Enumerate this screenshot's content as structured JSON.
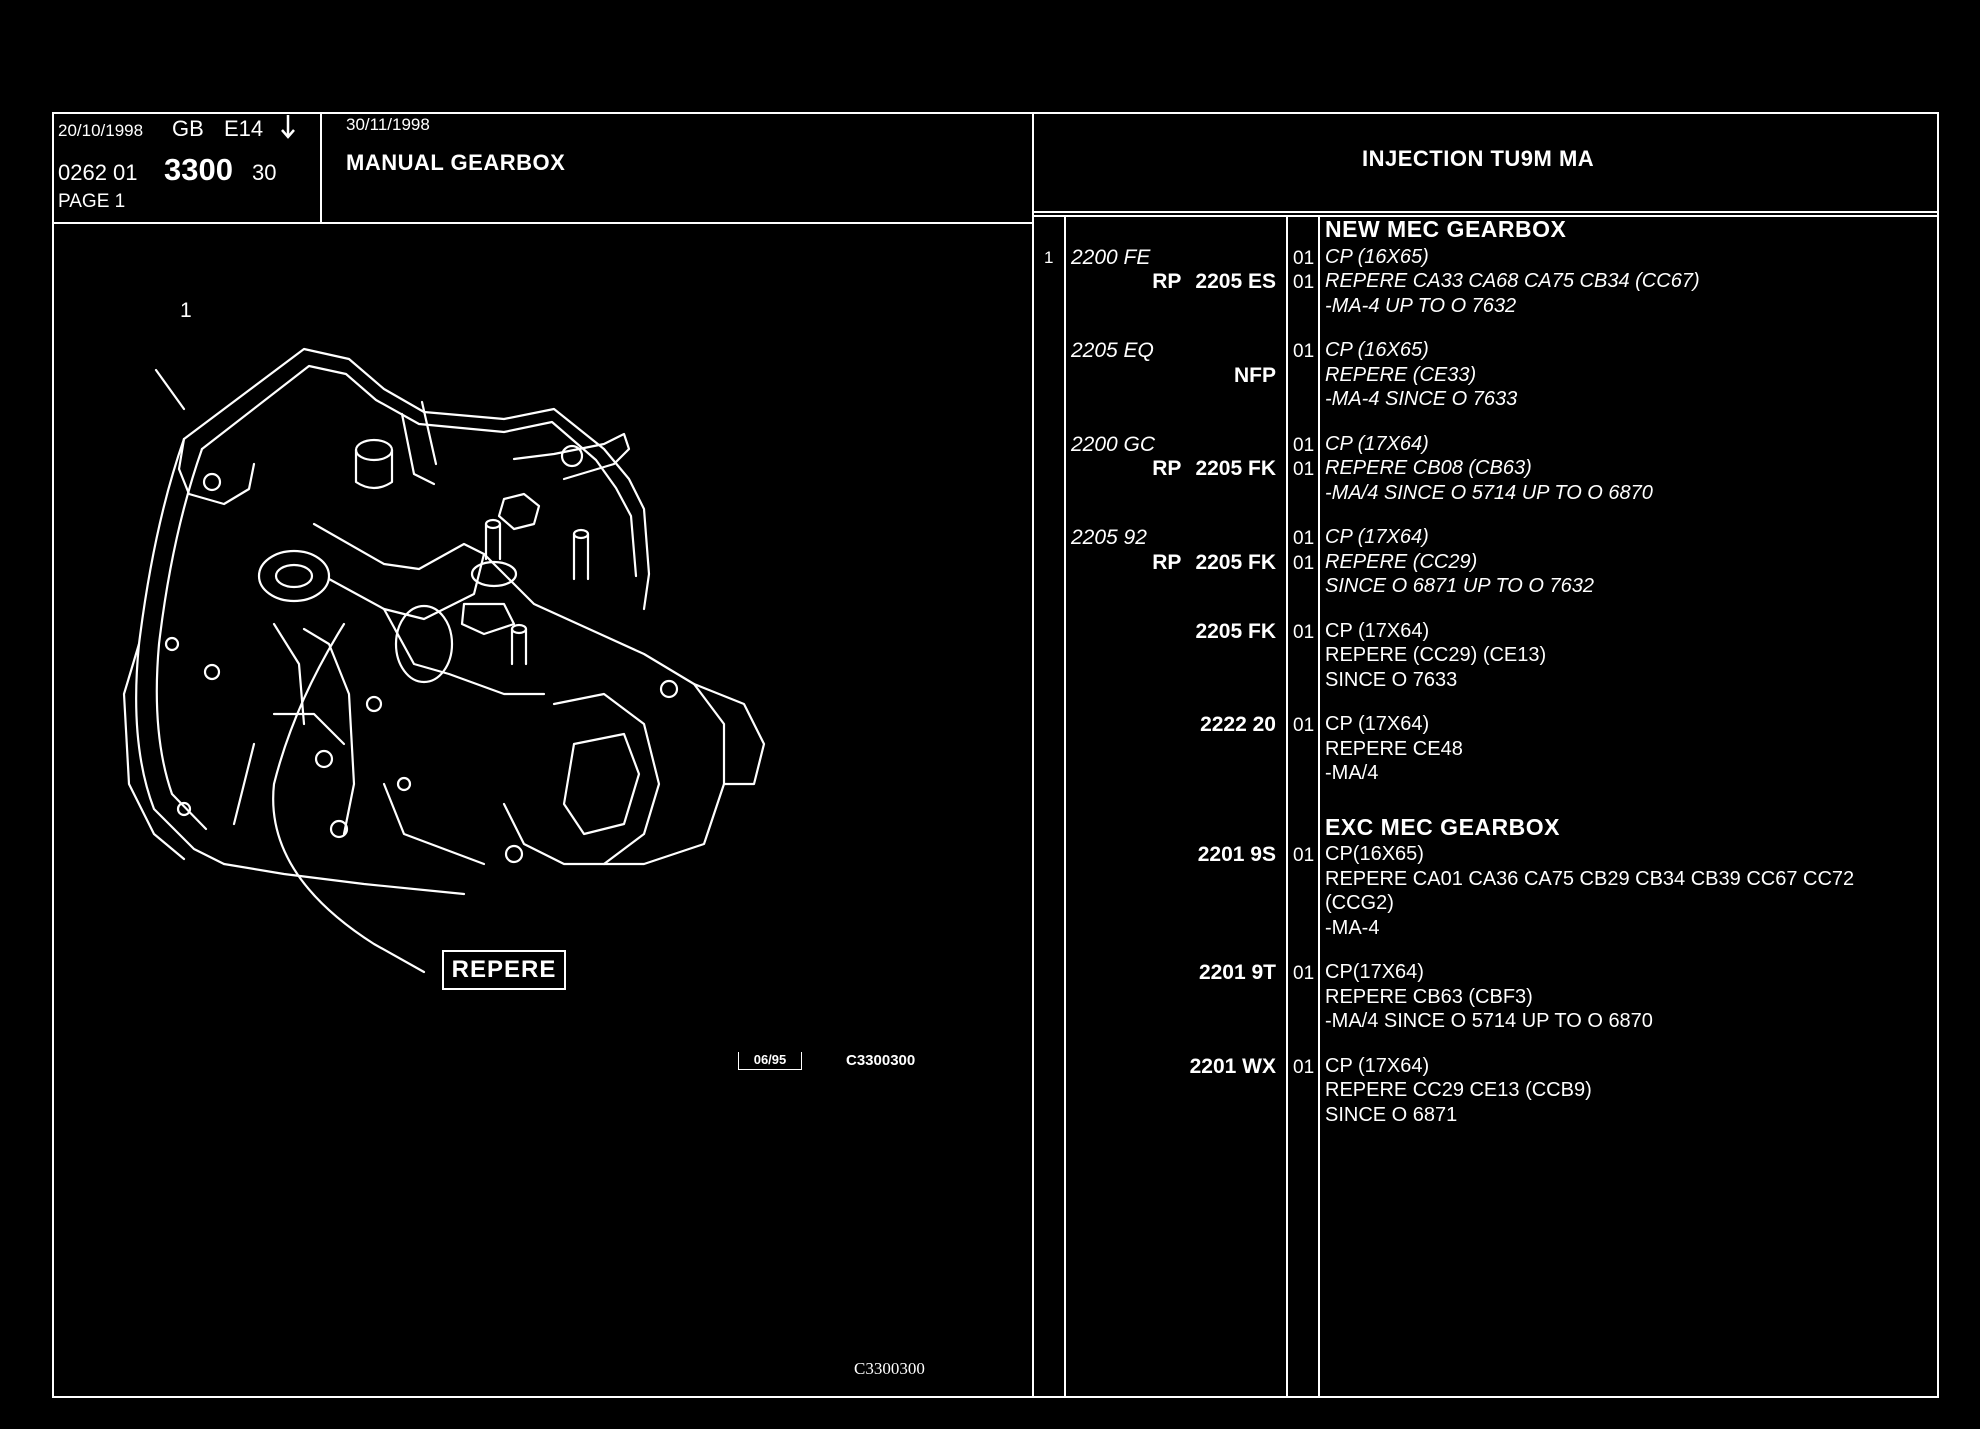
{
  "header": {
    "date1": "20/10/1998",
    "lang": "GB",
    "edition": "E14",
    "arrow_icon": "down-arrow-icon",
    "ref_prefix": "0262 01",
    "ref_main": "3300",
    "ref_suffix": "30",
    "page": "PAGE 1",
    "date2": "30/11/1998",
    "title": "MANUAL GEARBOX",
    "engine": "INJECTION TU9M MA"
  },
  "illustration": {
    "item_label": "1",
    "repere_label": "REPERE",
    "tag_box": "06/95",
    "tag_code": "C3300300",
    "footer_code": "C3300300"
  },
  "parts": {
    "sections": [
      {
        "title": "NEW MEC GEARBOX",
        "entries": [
          {
            "item": "1",
            "code1": "2200 FE",
            "prefix": "RP",
            "code2": "2205 ES",
            "qty": [
              "01",
              "01"
            ],
            "lines": [
              "CP (16X65)",
              "REPERE CA33 CA68 CA75 CB34 (CC67)",
              "-MA-4 UP TO O 7632"
            ],
            "italic": true
          },
          {
            "item": "",
            "code1": "2205 EQ",
            "prefix": "",
            "code2": "NFP",
            "qty": [
              "01"
            ],
            "lines": [
              "CP (16X65)",
              "REPERE (CE33)",
              "-MA-4 SINCE O 7633"
            ],
            "italic": true
          },
          {
            "item": "",
            "code1": "2200 GC",
            "prefix": "RP",
            "code2": "2205 FK",
            "qty": [
              "01",
              "01"
            ],
            "lines": [
              "CP (17X64)",
              "REPERE CB08 (CB63)",
              "-MA/4 SINCE O 5714 UP TO O 6870"
            ],
            "italic": true
          },
          {
            "item": "",
            "code1": "2205 92",
            "prefix": "RP",
            "code2": "2205 FK",
            "qty": [
              "01",
              "01"
            ],
            "lines": [
              "CP (17X64)",
              "REPERE (CC29)",
              "SINCE O 6871 UP TO O 7632"
            ],
            "italic": true
          },
          {
            "item": "",
            "code1": "",
            "prefix": "",
            "code2": "2205 FK",
            "qty": [
              "01"
            ],
            "lines": [
              "CP (17X64)",
              "REPERE (CC29) (CE13)",
              "SINCE O 7633"
            ],
            "italic": false
          },
          {
            "item": "",
            "code1": "",
            "prefix": "",
            "code2": "2222 20",
            "qty": [
              "01"
            ],
            "lines": [
              "CP (17X64)",
              "REPERE CE48",
              "-MA/4"
            ],
            "italic": false
          }
        ]
      },
      {
        "title": "EXC MEC GEARBOX",
        "entries": [
          {
            "item": "",
            "code1": "",
            "prefix": "",
            "code2": "2201 9S",
            "qty": [
              "01"
            ],
            "lines": [
              "CP(16X65)",
              "REPERE CA01 CA36 CA75 CB29 CB34 CB39 CC67 CC72",
              "(CCG2)",
              "-MA-4"
            ],
            "italic": false
          },
          {
            "item": "",
            "code1": "",
            "prefix": "",
            "code2": "2201 9T",
            "qty": [
              "01"
            ],
            "lines": [
              "CP(17X64)",
              "REPERE CB63 (CBF3)",
              "-MA/4 SINCE O 5714 UP TO O 6870"
            ],
            "italic": false
          },
          {
            "item": "",
            "code1": "",
            "prefix": "",
            "code2": "2201 WX",
            "qty": [
              "01"
            ],
            "lines": [
              "CP (17X64)",
              "REPERE CC29 CE13 (CCB9)",
              "SINCE O 6871"
            ],
            "italic": false
          }
        ]
      }
    ]
  }
}
